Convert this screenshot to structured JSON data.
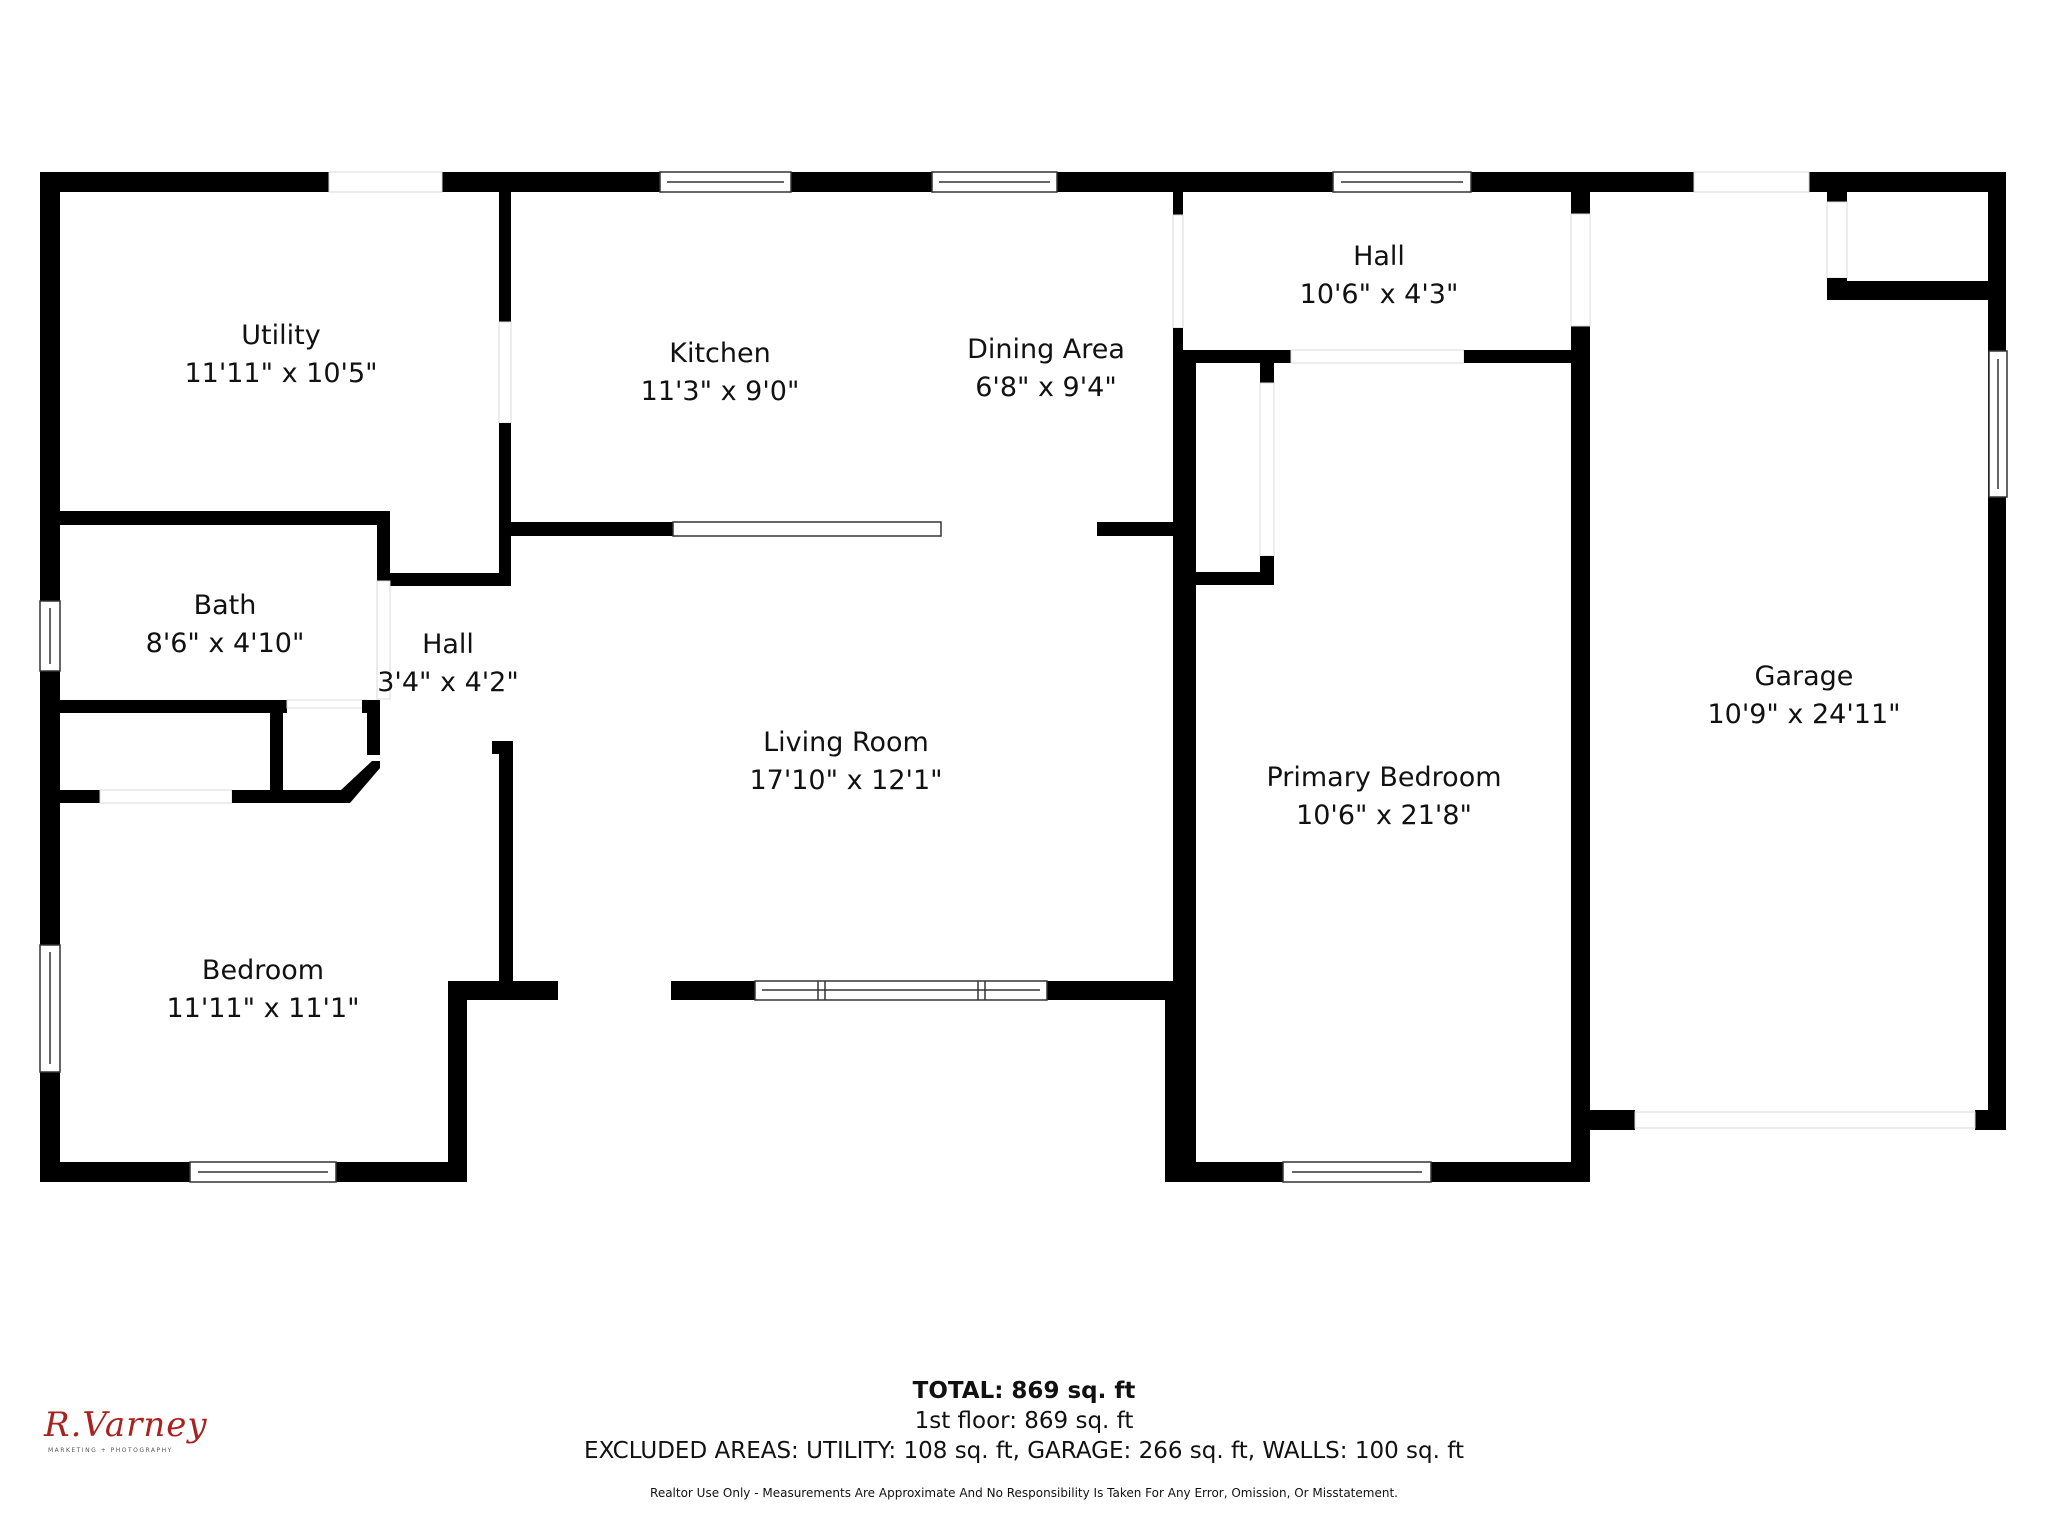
{
  "floorplan": {
    "title": "1st floor",
    "wall_color": "#000000",
    "background": "#ffffff",
    "rooms": [
      {
        "name": "Utility",
        "dimensions": "11'11\" x 10'5\""
      },
      {
        "name": "Kitchen",
        "dimensions": "11'3\" x 9'0\""
      },
      {
        "name": "Dining Area",
        "dimensions": "6'8\" x 9'4\""
      },
      {
        "name": "Hall",
        "dimensions": "10'6\" x 4'3\""
      },
      {
        "name": "Garage",
        "dimensions": "10'9\" x 24'11\""
      },
      {
        "name": "Bath",
        "dimensions": "8'6\" x 4'10\""
      },
      {
        "name": "Hall",
        "dimensions": "3'4\" x 4'2\""
      },
      {
        "name": "Living Room",
        "dimensions": "17'10\" x 12'1\""
      },
      {
        "name": "Primary Bedroom",
        "dimensions": "10'6\" x 21'8\""
      },
      {
        "name": "Bedroom",
        "dimensions": "11'11\" x 11'1\""
      }
    ]
  },
  "summary": {
    "total": "TOTAL: 869 sq. ft",
    "floor": "1st floor: 869 sq. ft",
    "excluded": "EXCLUDED AREAS: UTILITY: 108 sq. ft, GARAGE: 266 sq. ft, WALLS: 100 sq. ft",
    "disclaimer": "Realtor Use Only - Measurements Are Approximate And No Responsibility Is Taken For Any Error, Omission, Or Misstatement."
  },
  "logo": {
    "main": "R.Varney",
    "sub": "MARKETING + PHOTOGRAPHY",
    "color": "#a8231f"
  }
}
